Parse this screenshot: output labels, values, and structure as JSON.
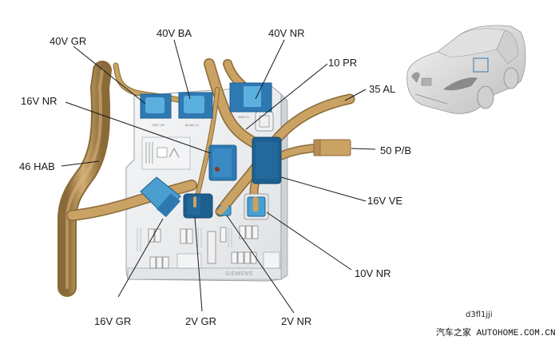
{
  "diagram": {
    "subject": "fuse/relay box (BSI) connector layout",
    "callouts": {
      "c40v_gr": "40V GR",
      "c40v_ba": "40V BA",
      "c40v_nr": "40V NR",
      "c10_pr": "10 PR",
      "c35_al": "35 AL",
      "c16v_nr": "16V NR",
      "c46_hab": "46 HAB",
      "c50_pb": "50 P/B",
      "c16v_ve": "16V VE",
      "c10v_nr": "10V NR",
      "c16v_gr": "16V GR",
      "c2v_gr": "2V GR",
      "c2v_nr": "2V NR"
    },
    "box_brand": "SIEMENS",
    "connector_tags": {
      "gris": "GRIS 16V",
      "blanc": "BLANC 01",
      "noir": "NOIR 01"
    },
    "reference_code": "d3fl1jji",
    "watermark": "汽车之家 AUTOHOME.COM.CN"
  },
  "colors": {
    "harness": "#b8925a",
    "harness_dark": "#8a6a38",
    "connector_light": "#4a9fd0",
    "connector_dark": "#1d5f8f",
    "box": "#eef0f2",
    "car_highlight": "#5b8db5"
  }
}
